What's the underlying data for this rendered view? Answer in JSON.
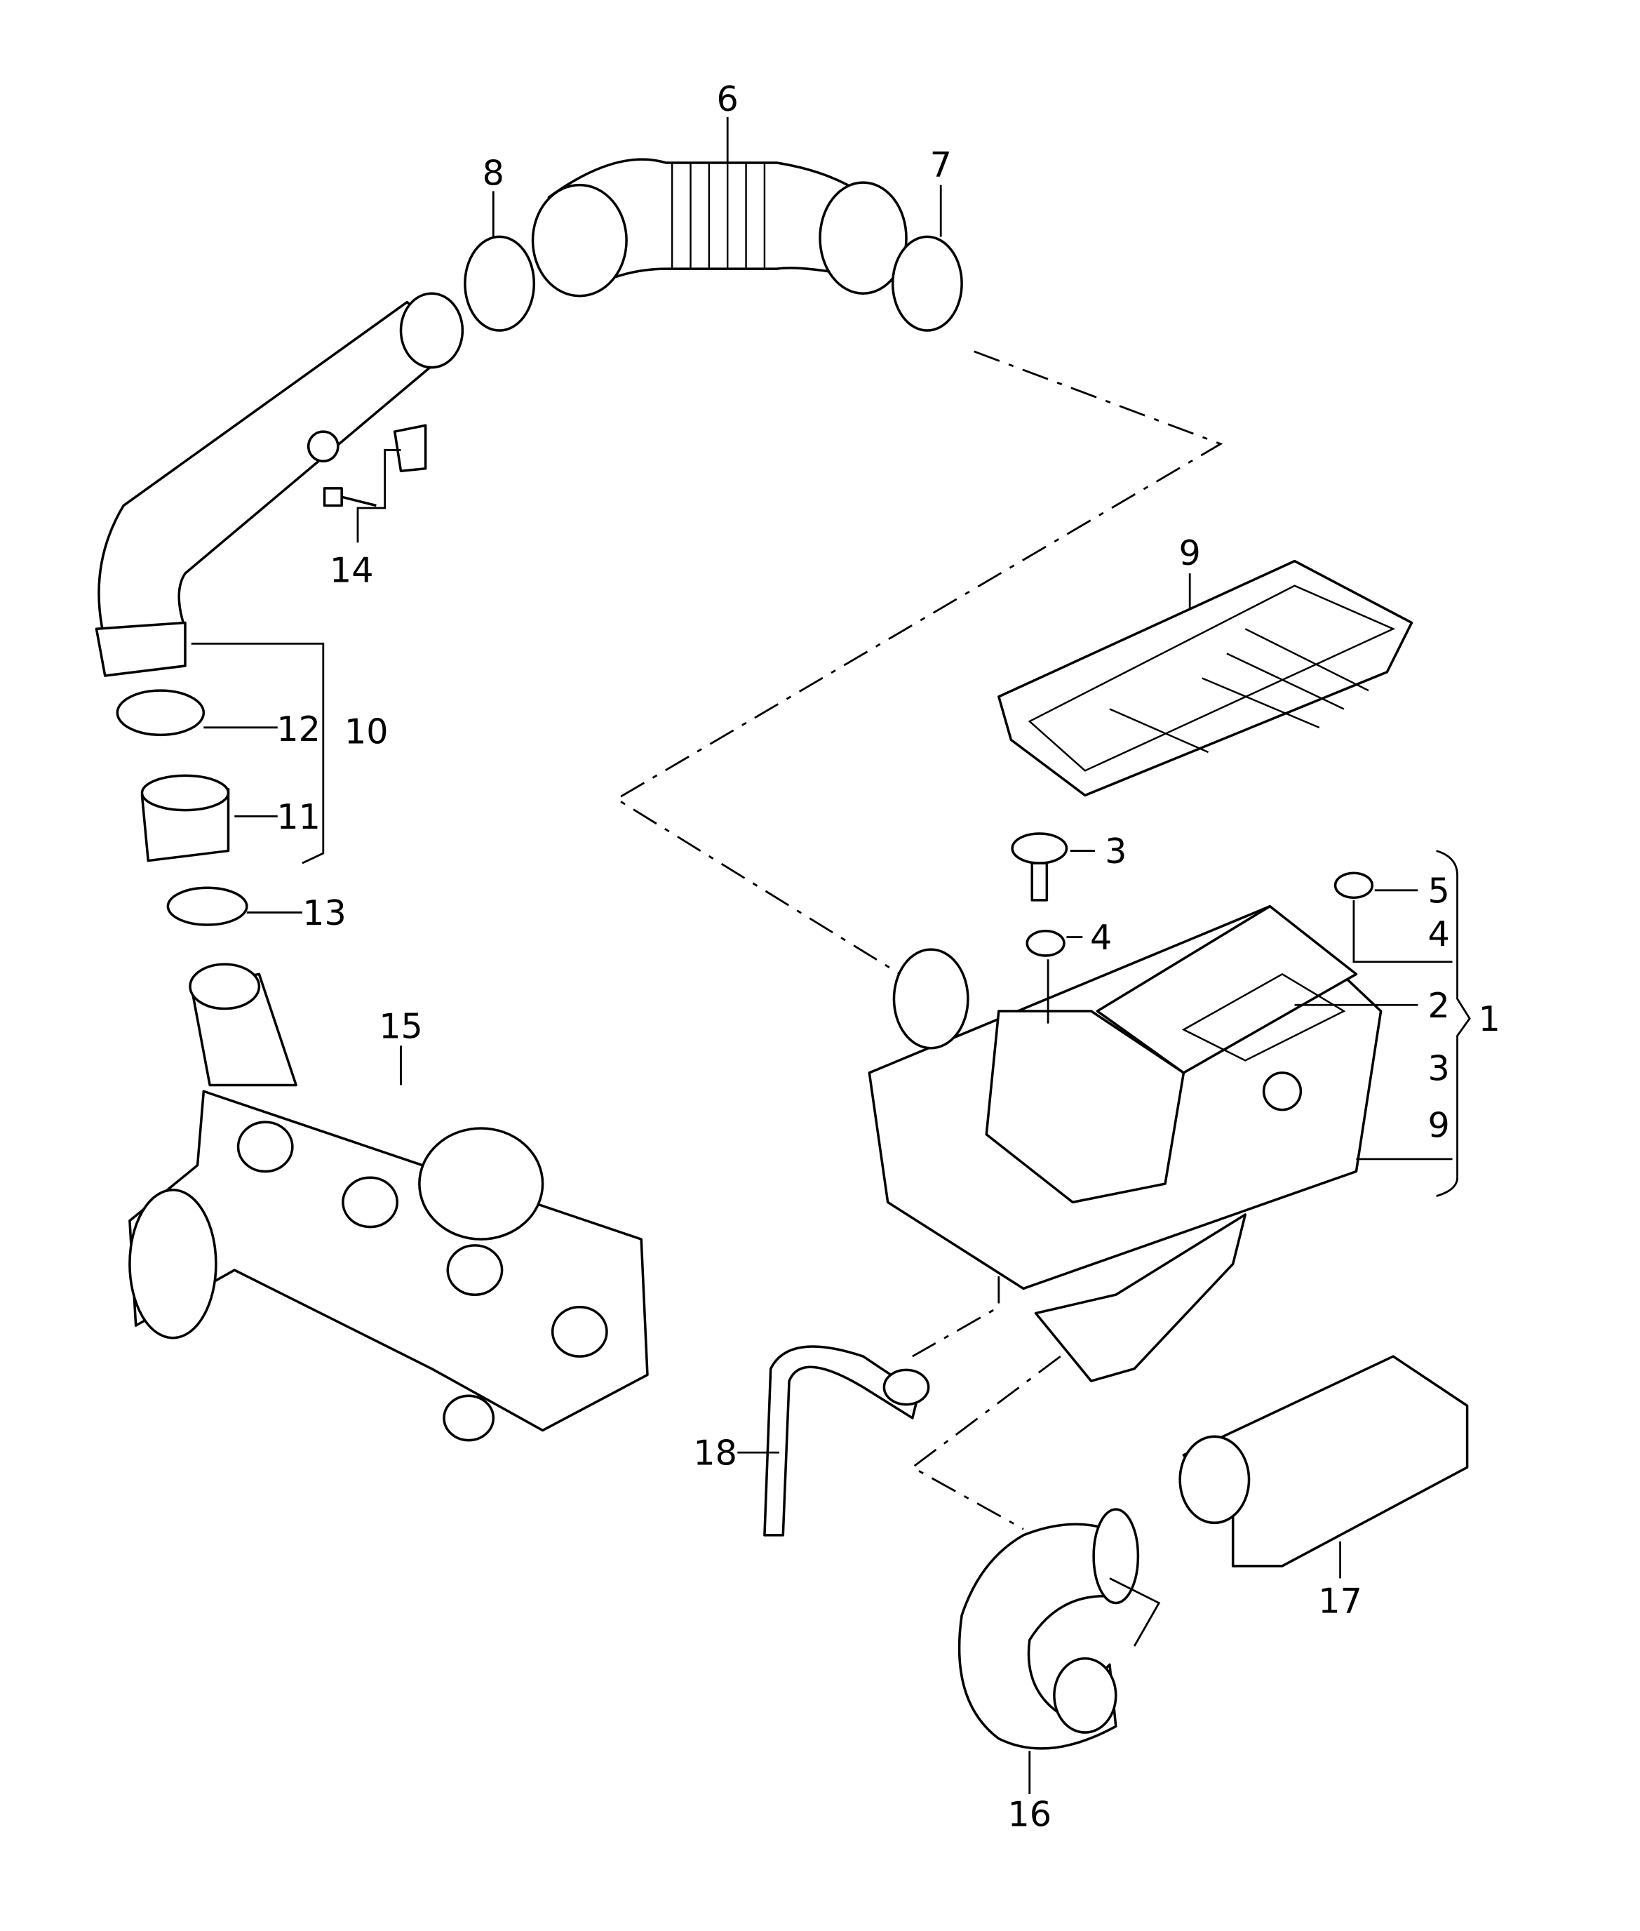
{
  "diagram": {
    "callouts": {
      "c6": "6",
      "c8": "8",
      "c7": "7",
      "c14": "14",
      "c9_filter": "9",
      "c12": "12",
      "c10": "10",
      "c11": "11",
      "c13": "13",
      "c3_top": "3",
      "c5": "5",
      "c4_small": "4",
      "c4_right": "4",
      "c2": "2",
      "c1": "1",
      "c3_right": "3",
      "c9_right": "9",
      "c15": "15",
      "c18": "18",
      "c17": "17",
      "c16": "16"
    }
  }
}
